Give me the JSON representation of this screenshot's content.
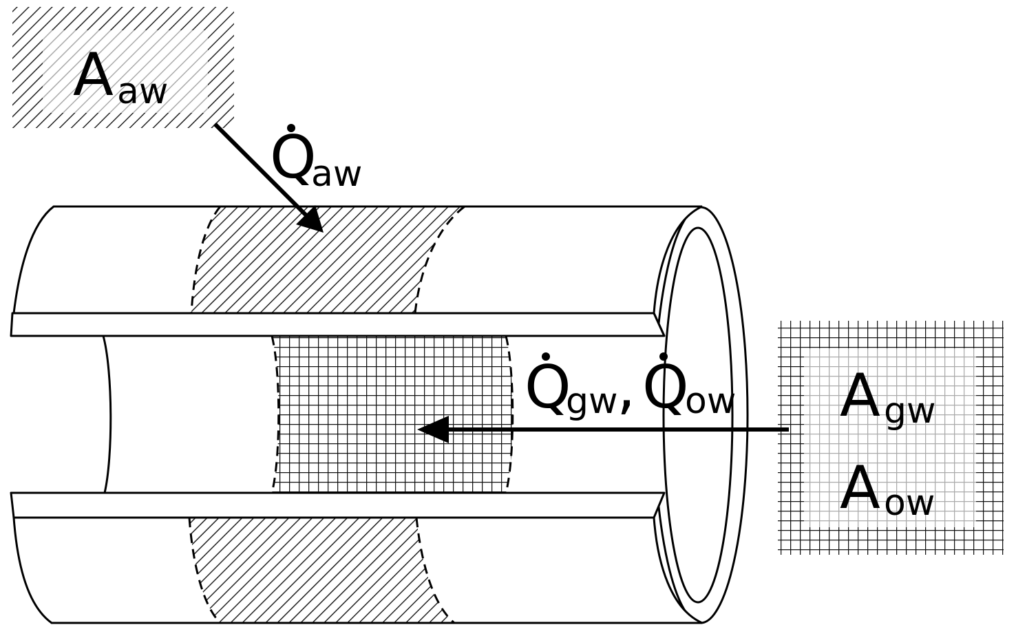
{
  "labels": {
    "aw_area": {
      "main": "A",
      "sub": "aw"
    },
    "aw_flux": {
      "main": "Q",
      "sub": "aw"
    },
    "gw_flux": {
      "main": "Q",
      "sub": "gw",
      "separator": ","
    },
    "ow_flux": {
      "main": "Q",
      "sub": "ow"
    },
    "gw_area": {
      "main": "A",
      "sub": "gw"
    },
    "ow_area": {
      "main": "A",
      "sub": "ow"
    }
  }
}
